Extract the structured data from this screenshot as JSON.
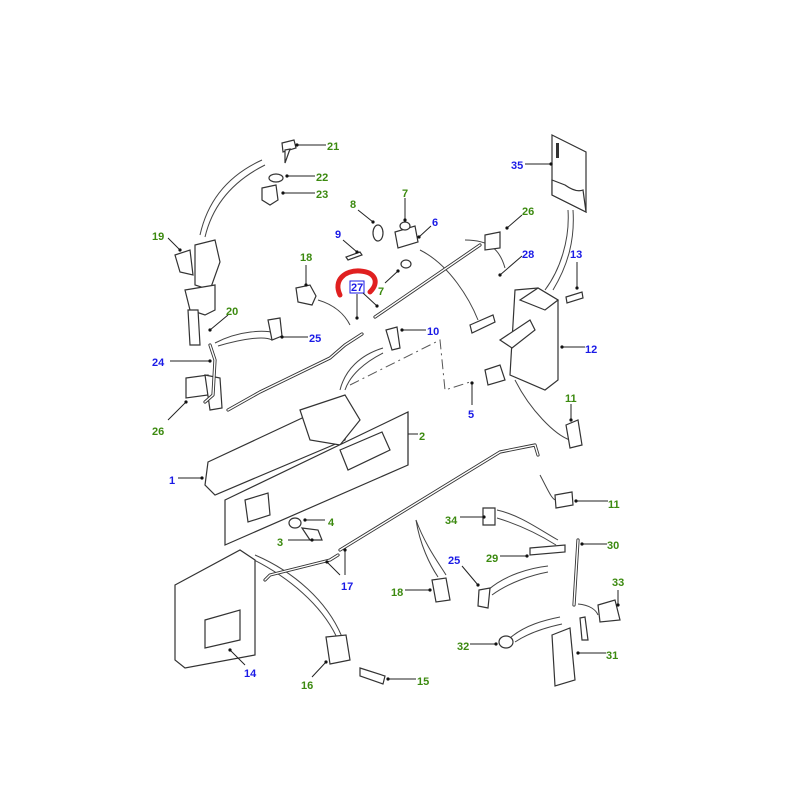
{
  "colors": {
    "green_label": "#3c8a10",
    "blue_label": "#1a1ae6",
    "highlight": "#e02020"
  },
  "highlighted_part": "27",
  "labels": {
    "p21": "21",
    "p22": "22",
    "p23": "23",
    "p19": "19",
    "p20": "20",
    "p25a": "25",
    "p24": "24",
    "p26a": "26",
    "p18a": "18",
    "p8": "8",
    "p9": "9",
    "p7a": "7",
    "p6": "6",
    "p7b": "7",
    "p27": "27",
    "p10": "10",
    "p26b": "26",
    "p28": "28",
    "p13": "13",
    "p35": "35",
    "p12": "12",
    "p5": "5",
    "p11a": "11",
    "p11b": "11",
    "p2": "2",
    "p1": "1",
    "p4": "4",
    "p3": "3",
    "p34": "34",
    "p29": "29",
    "p30": "30",
    "p25b": "25",
    "p18b": "18",
    "p17": "17",
    "p33": "33",
    "p32": "32",
    "p31": "31",
    "p14": "14",
    "p16": "16",
    "p15": "15"
  }
}
